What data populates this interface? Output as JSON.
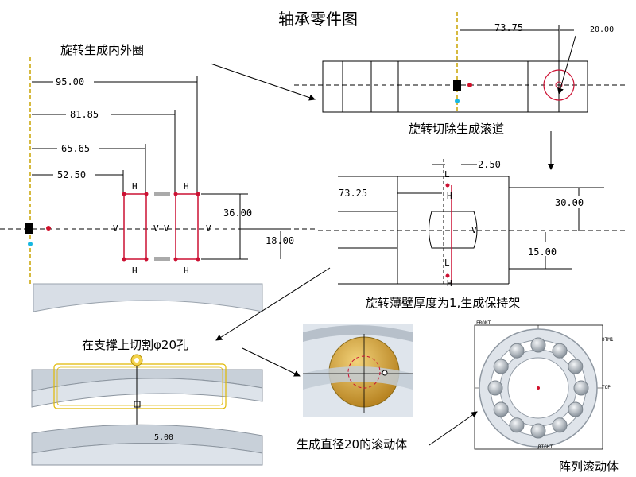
{
  "title": "轴承零件图",
  "captions": {
    "revolve_rings": "旋转生成内外圈",
    "revolve_cut": "旋转切除生成滚道",
    "thin_revolve": "旋转薄壁厚度为1,生成保持架",
    "cut_hole": "在支撑上切割φ20孔",
    "ball": "生成直径20的滚动体",
    "pattern": "阵列滚动体"
  },
  "sketch1": {
    "dims": [
      "95.00",
      "81.85",
      "65.65",
      "52.50",
      "36.00",
      "18.00"
    ]
  },
  "sketch2": {
    "dims": [
      "73.75",
      "20.00"
    ]
  },
  "sketch3": {
    "dims": [
      "2.50",
      "73.25",
      "30.00",
      "15.00"
    ]
  },
  "sketch4": {
    "dims": [
      "5.00"
    ]
  },
  "labels": {
    "H": "H",
    "V": "V",
    "L": "L",
    "front": "FRONT",
    "top": "TOP",
    "right": "RIGHT",
    "dtm": "DTM1"
  },
  "colors": {
    "sketch_red": "#cc1133",
    "bearing_fill": "#d8dee6",
    "ball_fill": "#d9a93c",
    "grey_ring": "#9aa3ad"
  }
}
